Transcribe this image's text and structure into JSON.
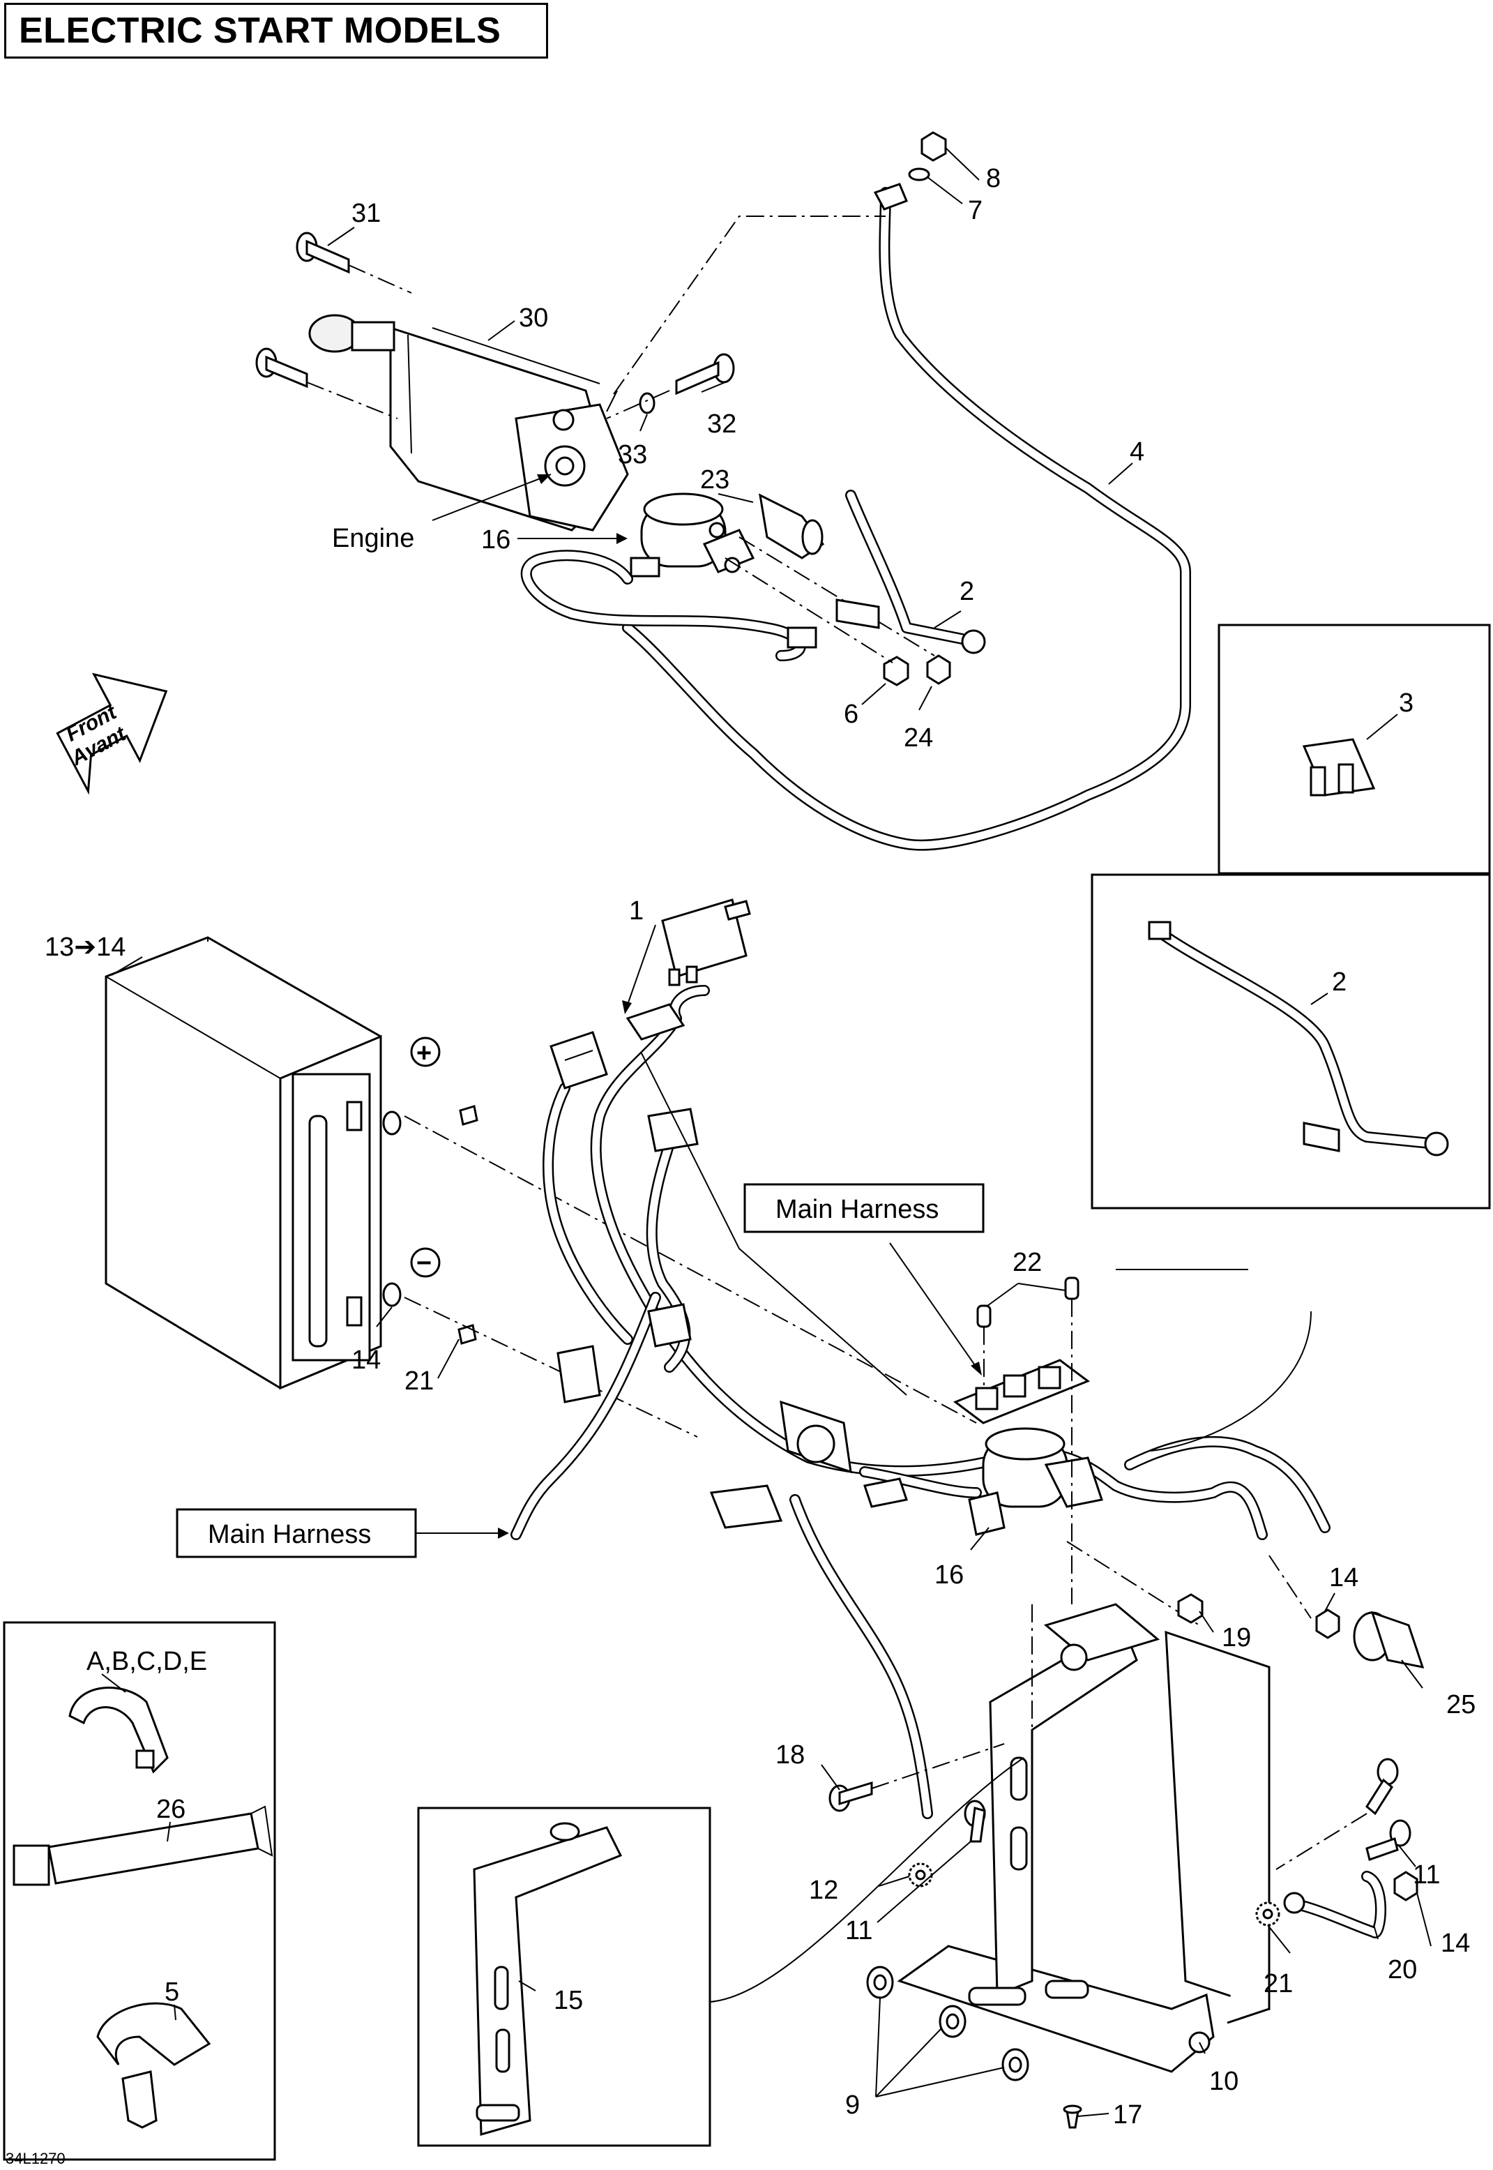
{
  "title": "ELECTRIC START MODELS",
  "drawing_code": "34L1270",
  "direction_arrow": {
    "line1": "Front",
    "line2": "Avant"
  },
  "labels": {
    "engine": "Engine",
    "main_harness_1": "Main Harness",
    "main_harness_2": "Main Harness"
  },
  "polarity": {
    "positive": "+",
    "negative": "−"
  },
  "callouts": {
    "c1": "1",
    "c2_top": "2",
    "c2_inset": "2",
    "c3": "3",
    "c4": "4",
    "c5": "5",
    "c6": "6",
    "c7": "7",
    "c8": "8",
    "c9": "9",
    "c10": "10",
    "c11_a": "11",
    "c11_b": "11",
    "c12": "12",
    "c13_14": "13➔14",
    "c14_a": "14",
    "c14_b": "14",
    "c14_c": "14",
    "c15": "15",
    "c16_top": "16",
    "c16_bottom": "16",
    "c17": "17",
    "c18": "18",
    "c19": "19",
    "c20": "20",
    "c21_a": "21",
    "c21_b": "21",
    "c22": "22",
    "c23": "23",
    "c24": "24",
    "c25": "25",
    "c26": "26",
    "c30": "30",
    "c31": "31",
    "c32": "32",
    "c33": "33",
    "c_abcde": "A,B,C,D,E"
  }
}
